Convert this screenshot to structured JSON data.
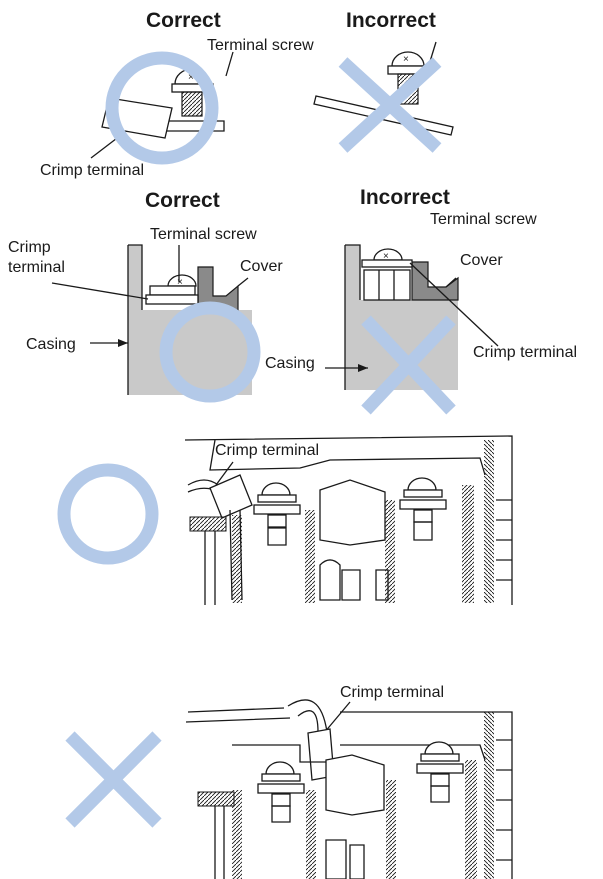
{
  "panels": {
    "top": {
      "correct_heading": "Correct",
      "incorrect_heading": "Incorrect",
      "terminal_screw_label": "Terminal screw",
      "crimp_terminal_label": "Crimp terminal"
    },
    "casing": {
      "correct_heading": "Correct",
      "incorrect_heading": "Incorrect",
      "terminal_screw_label_left": "Terminal screw",
      "terminal_screw_label_right": "Terminal screw",
      "crimp_label_line1": "Crimp",
      "crimp_label_line2": "terminal",
      "cover_label_left": "Cover",
      "cover_label_right": "Cover",
      "casing_label_left": "Casing",
      "casing_label_right": "Casing",
      "crimp_terminal_label_right": "Crimp terminal"
    },
    "lower_correct": {
      "crimp_terminal_label": "Crimp terminal"
    },
    "lower_incorrect": {
      "crimp_terminal_label": "Crimp terminal"
    }
  },
  "mark_color": "#b3c9e8"
}
